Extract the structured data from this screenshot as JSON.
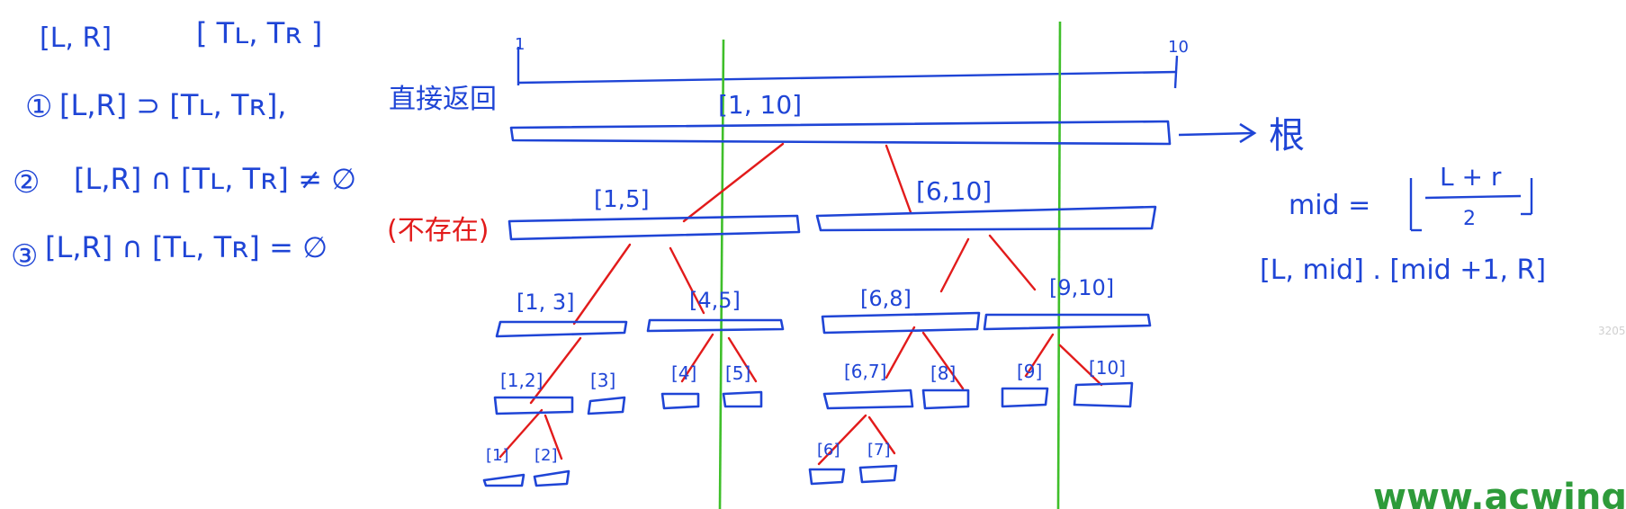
{
  "notes": {
    "top_left_a": "[L, R]",
    "top_left_b": "[ Tʟ, Tʀ ]",
    "case1_num": "①",
    "case1_expr": "[L,R] ⊃ [Tʟ, Tʀ],",
    "case1_note": "直接返回",
    "case2_num": "②",
    "case2_expr": "[L,R] ∩ [Tʟ, Tʀ] ≠ ∅",
    "case3_num": "③",
    "case3_expr": "[L,R] ∩ [Tʟ, Tʀ] = ∅",
    "case3_note": "(不存在)"
  },
  "axis": {
    "start_label": "1",
    "end_label": "10"
  },
  "tree": {
    "root": "[1, 10]",
    "n1_5": "[1,5]",
    "n6_10": "[6,10]",
    "n1_3": "[1, 3]",
    "n4_5": "[4,5]",
    "n6_8": "[6,8]",
    "n9_10": "[9,10]",
    "n1_2": "[1,2]",
    "n3": "[3]",
    "n4": "[4]",
    "n5": "[5]",
    "n6_7": "[6,7]",
    "n8": "[8]",
    "n9": "[9]",
    "n10": "[10]",
    "n1": "[1]",
    "n2": "[2]",
    "n6": "[6]",
    "n7": "[7]"
  },
  "root_note": "根",
  "formula": {
    "lhs": "mid =",
    "numerator": "L + r",
    "denominator": "2",
    "split": "[L, mid] . [mid +1, R]"
  },
  "watermark": "www.acwing",
  "side_number": "3205",
  "colors": {
    "ink_blue": "#1f45d6",
    "ink_red": "#e21b1b",
    "guide_green": "#3fbf2a",
    "watermark_green": "#2e9b3a"
  }
}
